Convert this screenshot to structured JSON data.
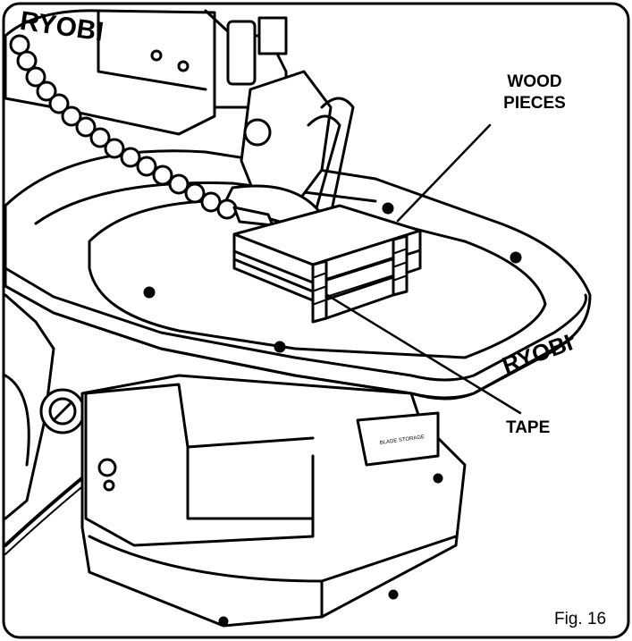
{
  "figure": {
    "caption": "Fig. 16",
    "brand_top": "RYOBI",
    "brand_table": "RYOBI",
    "blade_storage": "BLADE STORAGE"
  },
  "callouts": {
    "wood_line1": "WOOD",
    "wood_line2": "PIECES",
    "tape": "TAPE"
  },
  "colors": {
    "ink": "#000000",
    "paper": "#ffffff"
  }
}
